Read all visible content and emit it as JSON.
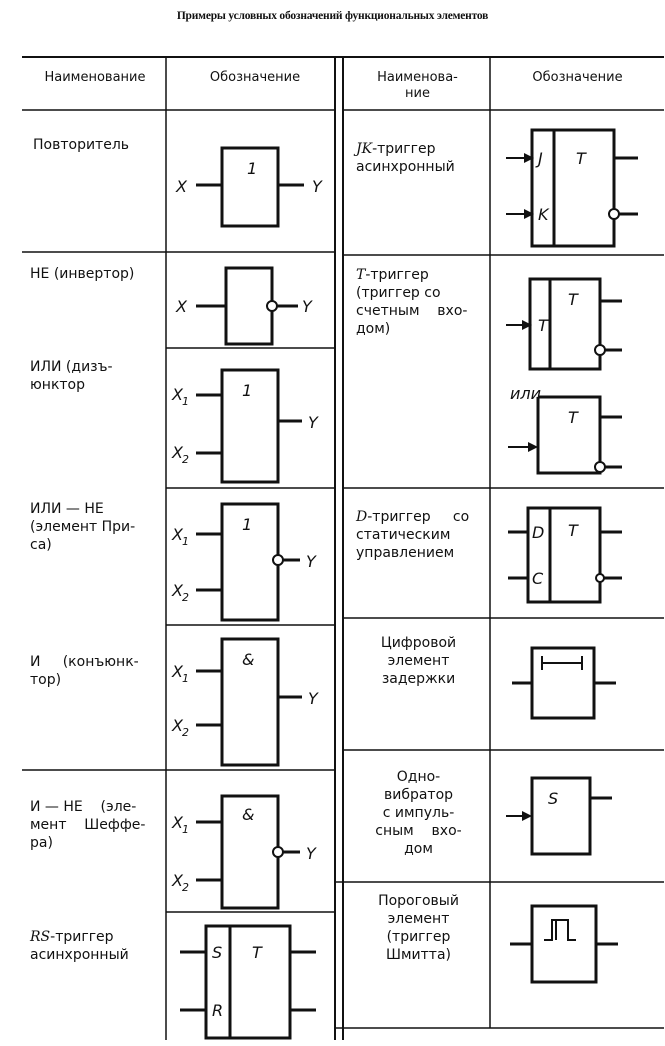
{
  "title": "Примеры условных обозначений функциональных элементов",
  "headers": {
    "name_left": "Наименование",
    "symbol_left": "Обозначение",
    "name_right_1": "Наименова-",
    "name_right_2": "ние",
    "symbol_right": "Обозначение"
  },
  "left_rows": [
    {
      "name": "Повторитель"
    },
    {
      "name": "НЕ (инвертор)"
    },
    {
      "name_line1": "ИЛИ (дизъ-",
      "name_line2": "юнктор"
    },
    {
      "name_line1": "ИЛИ — НЕ",
      "name_line2": "(элемент При-",
      "name_line3": "са)"
    },
    {
      "name_line1": "И     (конъюнк-",
      "name_line2": "тор)"
    },
    {
      "name_line1": "И — НЕ    (эле-",
      "name_line2": "мент    Шеффе-",
      "name_line3": "ра)"
    },
    {
      "name_italic": "RS",
      "name_rest": "-триггер",
      "name_line2": "асинхронный"
    }
  ],
  "right_rows": [
    {
      "name_italic": "JK",
      "name_rest": "-триггер",
      "name_line2": "асинхронный"
    },
    {
      "name_italic": "T",
      "name_rest": "-триггер",
      "name_line2": "(триггер со",
      "name_line3": "счетным    вхо-",
      "name_line4": "дом)",
      "or_label": "или"
    },
    {
      "name_italic": "D",
      "name_rest": "-триггер     со",
      "name_line2": "статическим",
      "name_line3": "управлением"
    },
    {
      "name_line1": "Цифровой",
      "name_line2": "элемент",
      "name_line3": "задержки"
    },
    {
      "name_line1": "Одно-",
      "name_line2": "вибратор",
      "name_line3": "с импуль-",
      "name_line4": "сным    вхо-",
      "name_line5": "дом"
    },
    {
      "name_line1": "Пороговый",
      "name_line2": "элемент",
      "name_line3": "(триггер",
      "name_line4": "Шмитта)"
    }
  ],
  "symbols": {
    "or_one": "1",
    "and": "&",
    "trigger_T": "T",
    "input_X": "X",
    "input_X1": "X",
    "sub_1": "1",
    "sub_2": "2",
    "output_Y": "Y",
    "S": "S",
    "R": "R",
    "J": "J",
    "K": "K",
    "D": "D",
    "C": "C"
  }
}
